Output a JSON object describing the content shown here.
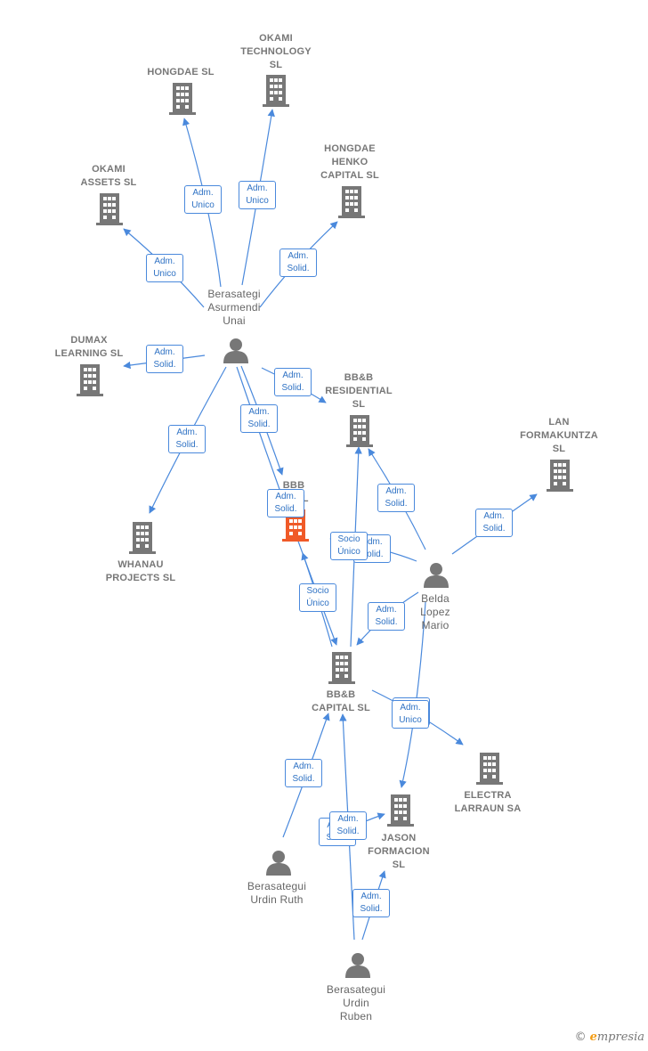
{
  "colors": {
    "edge": "#4a89dc",
    "node": "#777777",
    "focus": "#f05a28",
    "badge_text": "#2f72c4"
  },
  "nodes": [
    {
      "id": "hongdae",
      "type": "company",
      "label": "HONGDAE  SL",
      "icon": "building-icon"
    },
    {
      "id": "okami_tech",
      "type": "company",
      "label": "OKAMI\nTECHNOLOGY\nSL",
      "icon": "building-icon"
    },
    {
      "id": "okami_assets",
      "type": "company",
      "label": "OKAMI\nASSETS  SL",
      "icon": "building-icon"
    },
    {
      "id": "henko",
      "type": "company",
      "label": "HONGDAE\nHENKO\nCAPITAL  SL",
      "icon": "building-icon"
    },
    {
      "id": "dumax",
      "type": "company",
      "label": "DUMAX\nLEARNING  SL",
      "icon": "building-icon"
    },
    {
      "id": "bbb_res",
      "type": "company",
      "label": "BB&B\nRESIDENTIAL\nSL",
      "icon": "building-icon"
    },
    {
      "id": "lan",
      "type": "company",
      "label": "LAN\nFORMAKUNTZA\nSL",
      "icon": "building-icon"
    },
    {
      "id": "whanau",
      "type": "company",
      "label": "WHANAU\nPROJECTS  SL",
      "icon": "building-icon"
    },
    {
      "id": "bbb_focus",
      "type": "company",
      "label": "BBB\nRE          SL",
      "icon": "building-icon",
      "focus": true
    },
    {
      "id": "bbb_capital",
      "type": "company",
      "label": "BB&B\nCAPITAL  SL",
      "icon": "building-icon"
    },
    {
      "id": "electra",
      "type": "company",
      "label": "ELECTRA\nLARRAUN SA",
      "icon": "building-icon"
    },
    {
      "id": "jason",
      "type": "company",
      "label": "JASON\nFORMACION\nSL",
      "icon": "building-icon"
    },
    {
      "id": "unai",
      "type": "person",
      "label": "Berasategi\nAsurmendi\nUnai",
      "icon": "person-icon"
    },
    {
      "id": "mario",
      "type": "person",
      "label": "Belda\nLopez\nMario",
      "icon": "person-icon"
    },
    {
      "id": "ruth",
      "type": "person",
      "label": "Berasategui\nUrdin Ruth",
      "icon": "person-icon"
    },
    {
      "id": "ruben",
      "type": "person",
      "label": "Berasategui\nUrdin\nRuben",
      "icon": "person-icon"
    }
  ],
  "edges": [
    {
      "from": "unai",
      "to": "hongdae",
      "label": "Adm.\nUnico"
    },
    {
      "from": "unai",
      "to": "okami_tech",
      "label": "Adm.\nUnico"
    },
    {
      "from": "unai",
      "to": "okami_assets",
      "label": "Adm.\nUnico"
    },
    {
      "from": "unai",
      "to": "henko",
      "label": "Adm.\nSolid."
    },
    {
      "from": "unai",
      "to": "dumax",
      "label": "Adm.\nSolid."
    },
    {
      "from": "unai",
      "to": "bbb_res",
      "label": "Adm.\nSolid."
    },
    {
      "from": "unai",
      "to": "bbb_focus",
      "label": "Adm.\nSolid."
    },
    {
      "from": "unai",
      "to": "whanau",
      "label": "Adm.\nSolid."
    },
    {
      "from": "unai",
      "to": "bbb_capital",
      "label": "Adm.\nSolid."
    },
    {
      "from": "mario",
      "to": "bbb_res",
      "label": "Adm.\nSolid."
    },
    {
      "from": "mario",
      "to": "lan",
      "label": "Adm.\nSolid."
    },
    {
      "from": "mario",
      "to": "bbb_focus",
      "label": "Adm.\nSolid."
    },
    {
      "from": "mario",
      "to": "bbb_capital",
      "label": "Adm.\nSolid."
    },
    {
      "from": "mario",
      "to": "jason",
      "label": "Adm.\nSolid."
    },
    {
      "from": "bbb_capital",
      "to": "bbb_res",
      "label": "Socio\nÚnico"
    },
    {
      "from": "bbb_capital",
      "to": "bbb_focus",
      "label": "Socio\nÚnico"
    },
    {
      "from": "bbb_capital",
      "to": "electra",
      "label": "Adm.\nUnico"
    },
    {
      "from": "ruth",
      "to": "bbb_capital",
      "label": "Adm.\nSolid."
    },
    {
      "from": "ruth",
      "to": "jason",
      "label": "Adm.\nSolid."
    },
    {
      "from": "ruben",
      "to": "bbb_capital",
      "label": "Adm.\nSolid."
    },
    {
      "from": "ruben",
      "to": "jason",
      "label": "Adm.\nSolid."
    }
  ],
  "watermark": {
    "copyright": "©",
    "brand_initial": "e",
    "brand_rest": "mpresia"
  }
}
